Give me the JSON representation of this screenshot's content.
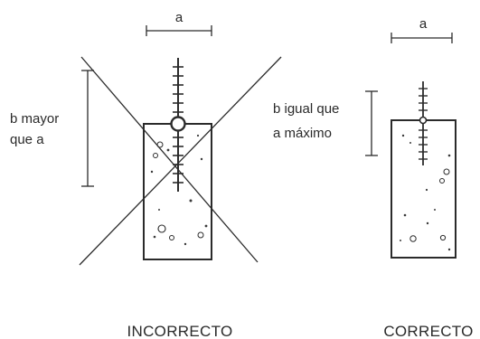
{
  "incorrect": {
    "dim_a_label": "a",
    "dim_b_line1": "b mayor",
    "dim_b_line2": "que a",
    "caption": "INCORRECTO"
  },
  "correct": {
    "dim_a_label": "a",
    "dim_b_line1": "b igual que",
    "dim_b_line2": "a máximo",
    "caption": "CORRECTO"
  },
  "colors": {
    "ink": "#2b2b2b",
    "paper": "#ffffff"
  }
}
